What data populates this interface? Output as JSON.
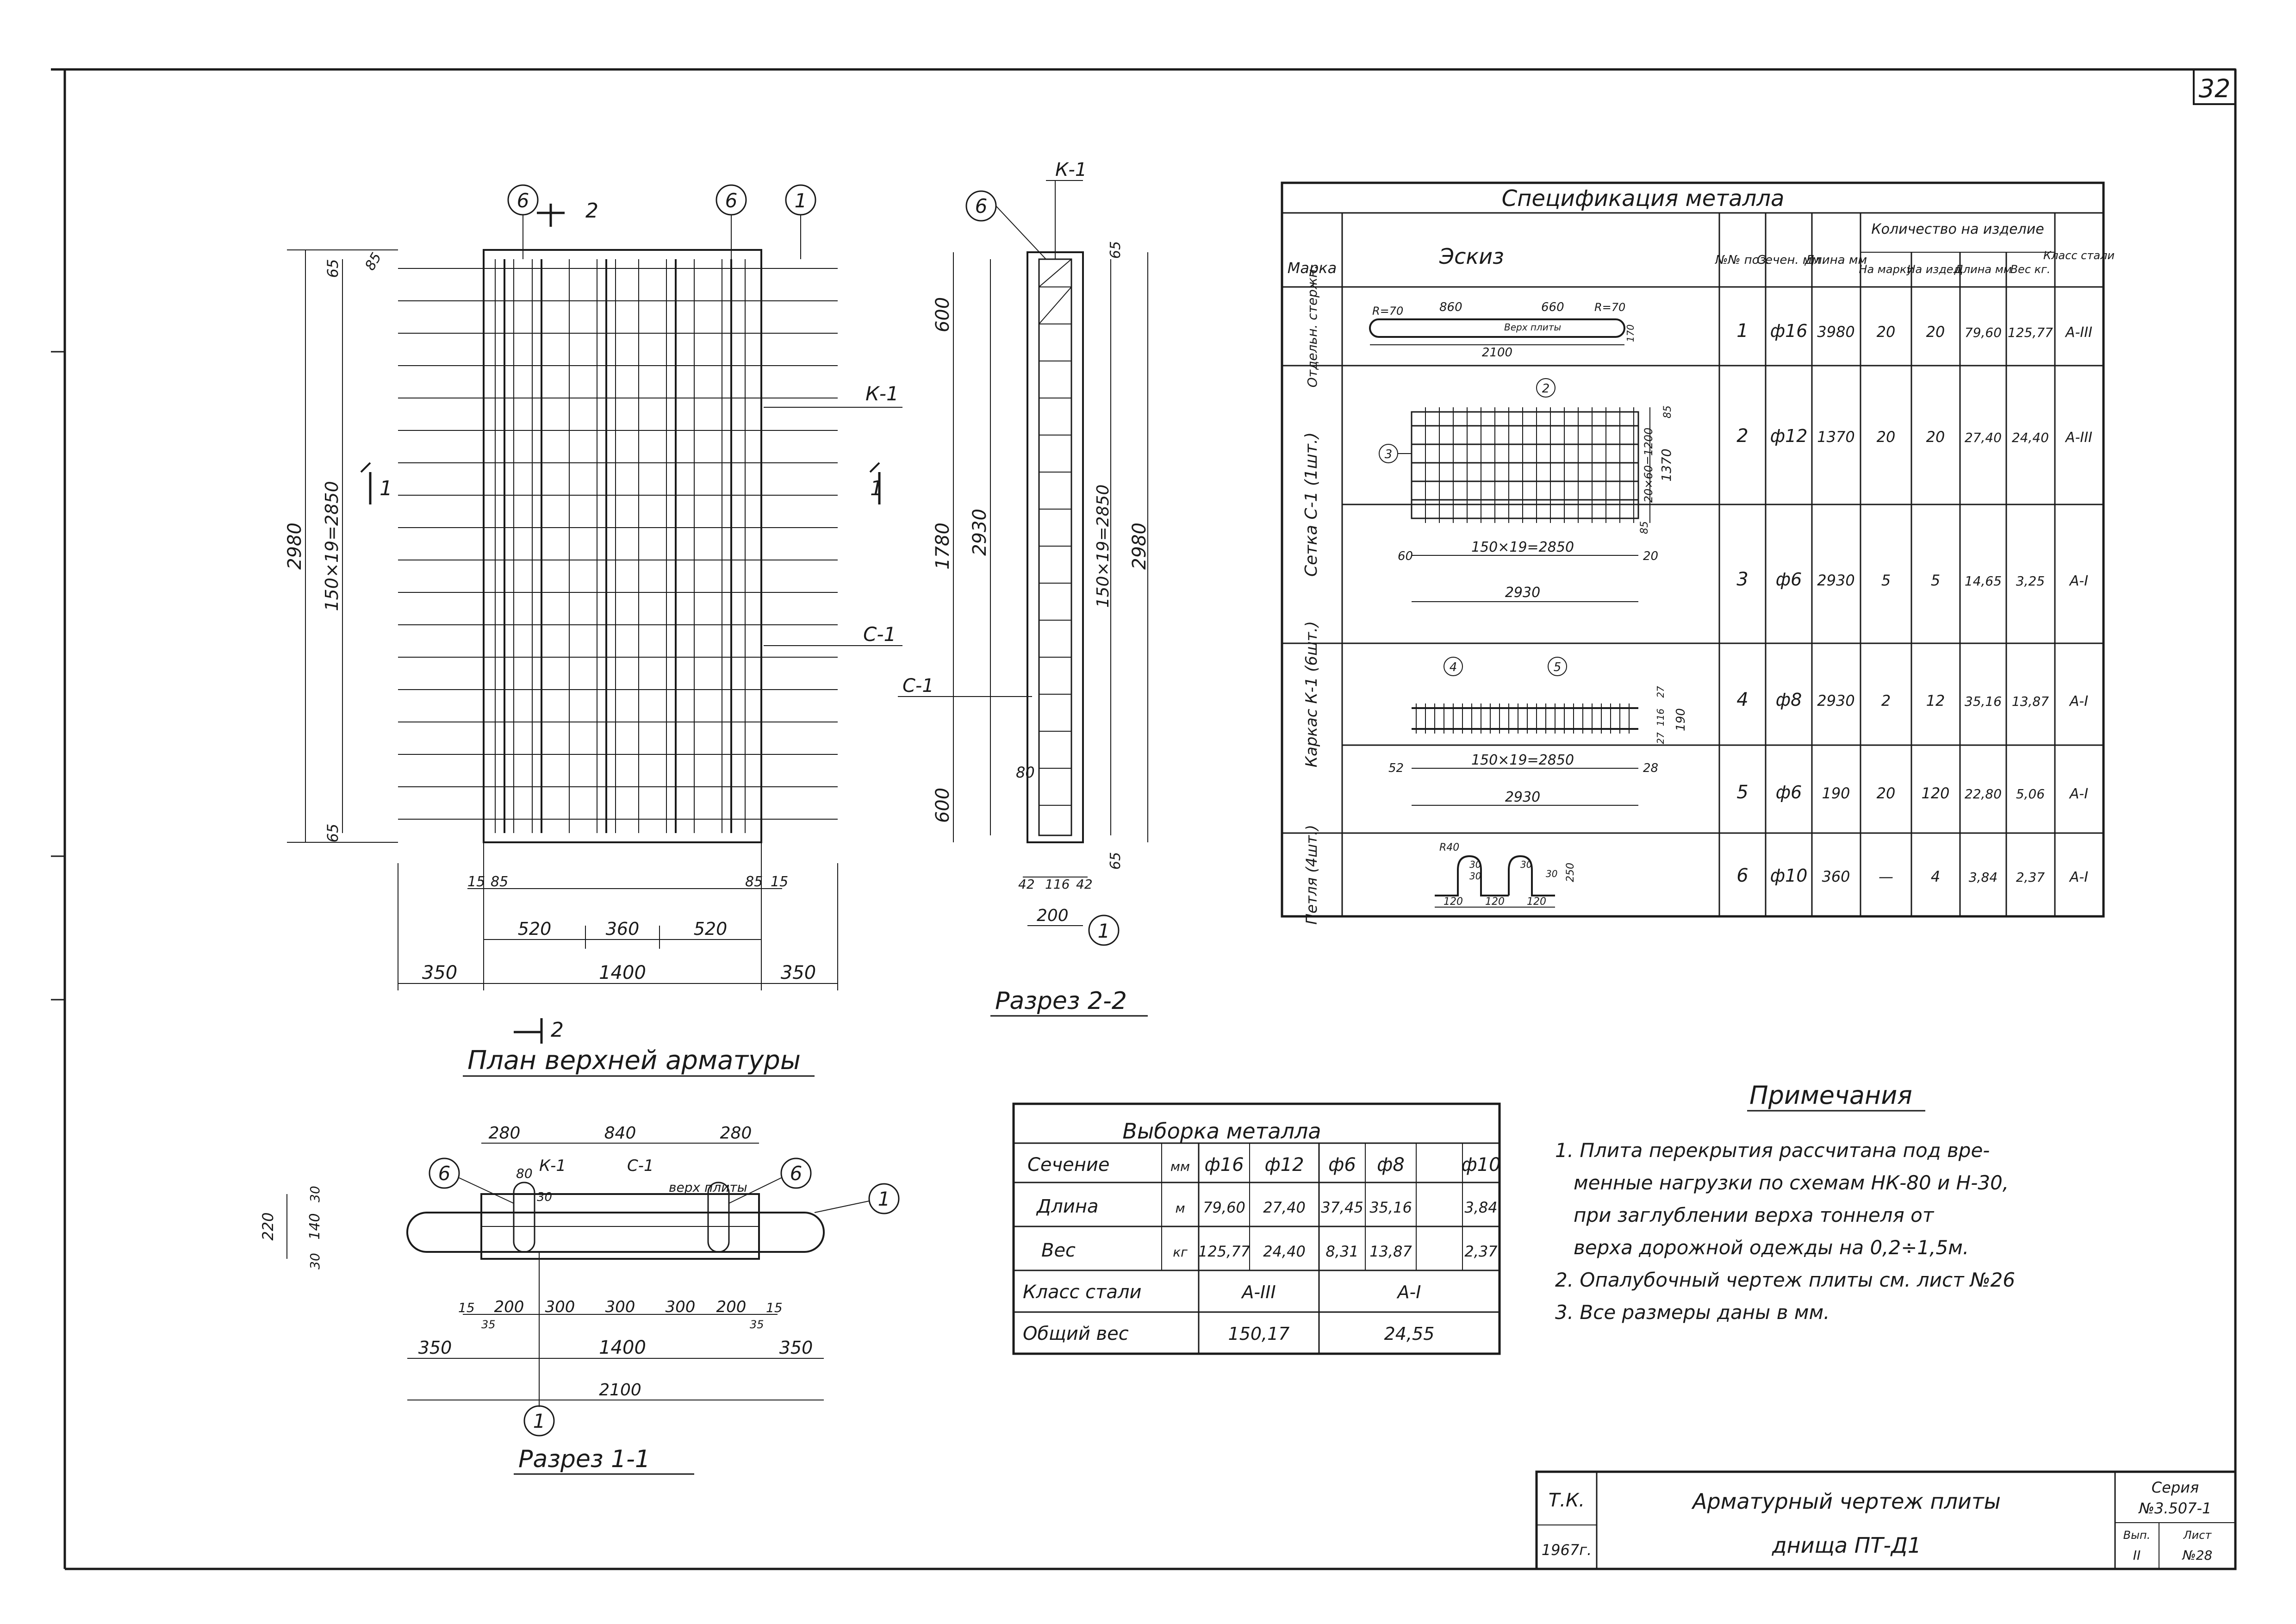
{
  "sheet": {
    "page_number": "32"
  },
  "plan": {
    "title": "План верхней арматуры",
    "callouts": {
      "left": "6",
      "mid": "6",
      "right": "1"
    },
    "section_mark": "2",
    "section_1_left": "1",
    "section_1_right": "1",
    "label_k1": "К-1",
    "label_c1": "С-1",
    "dims": {
      "overall_height": "2980",
      "bars": "150×19=2850",
      "edge_top": "65",
      "edge_bottom": "65",
      "top_small": "85",
      "bottom_15_left": "15",
      "bottom_85_left": "85",
      "bottom_85_right": "85",
      "bottom_15_right": "15",
      "seg_520_left": "520",
      "seg_360": "360",
      "seg_520_right": "520",
      "left_350": "350",
      "mid_1400": "1400",
      "right_350": "350"
    },
    "section_mark_bottom": "2"
  },
  "section22": {
    "title": "Разрез 2-2",
    "callout_top": "6",
    "callout_bottom": "1",
    "label_k1": "К-1",
    "label_c1": "С-1",
    "dims": {
      "d600_top": "600",
      "d2930": "2930",
      "d1780": "1780",
      "d600_bottom": "600",
      "d80": "80",
      "d65_top": "65",
      "d65_bottom": "65",
      "bars": "150×19=2850",
      "d2980": "2980",
      "d42_left": "42",
      "d116": "116",
      "d42_right": "42",
      "d200": "200"
    }
  },
  "section11": {
    "title": "Разрез 1-1",
    "callout_left": "6",
    "callout_right": "6",
    "callout_end": "1",
    "callout_bottom": "1",
    "label_k1": "К-1",
    "label_c1": "С-1",
    "label_top": "верх плиты",
    "dims": {
      "d280_left": "280",
      "d840": "840",
      "d280_right": "280",
      "d80": "80",
      "d30": "30",
      "d220": "220",
      "d140": "140",
      "d30_top": "30",
      "d30_bottom": "30",
      "d15_left": "15",
      "d35_left": "35",
      "d200_left": "200",
      "d300_a": "300",
      "d300_b": "300",
      "d300_c": "300",
      "d200_right": "200",
      "d35_right": "35",
      "d15_right": "15",
      "d350_left": "350",
      "d1400": "1400",
      "d350_right": "350",
      "d2100": "2100"
    }
  },
  "spec": {
    "title": "Спецификация металла",
    "headers": {
      "mark": "Марка",
      "sketch": "Эскиз",
      "pos": "№№ поз.",
      "section": "Сечен. мм",
      "length": "Длина мм",
      "qty_group": "Количество на изделие",
      "qty_mark": "На марку",
      "qty_item": "На издел.",
      "qty_length": "Длина мм",
      "qty_weight": "Вес кг.",
      "steel_class": "Класс стали"
    },
    "groups": {
      "g1": "Отдельн. стержн.",
      "g2": "Сетка С-1 (1шт.)",
      "g3": "Каркас К-1 (6шт.)",
      "g4": "Петля (4шт.)"
    },
    "rows": [
      {
        "pos": "1",
        "section": "ф16",
        "length": "3980",
        "qty_mark": "20",
        "qty_item": "20",
        "total_length": "79,60",
        "weight": "125,77",
        "class": "А-III"
      },
      {
        "pos": "2",
        "section": "ф12",
        "length": "1370",
        "qty_mark": "20",
        "qty_item": "20",
        "total_length": "27,40",
        "weight": "24,40",
        "class": "А-III"
      },
      {
        "pos": "3",
        "section": "ф6",
        "length": "2930",
        "qty_mark": "5",
        "qty_item": "5",
        "total_length": "14,65",
        "weight": "3,25",
        "class": "А-I"
      },
      {
        "pos": "4",
        "section": "ф8",
        "length": "2930",
        "qty_mark": "2",
        "qty_item": "12",
        "total_length": "35,16",
        "weight": "13,87",
        "class": "А-I"
      },
      {
        "pos": "5",
        "section": "ф6",
        "length": "190",
        "qty_mark": "20",
        "qty_item": "120",
        "total_length": "22,80",
        "weight": "5,06",
        "class": "А-I"
      },
      {
        "pos": "6",
        "section": "ф10",
        "length": "360",
        "qty_mark": "—",
        "qty_item": "4",
        "total_length": "3,84",
        "weight": "2,37",
        "class": "А-I"
      }
    ],
    "sketches": {
      "s1": {
        "r_left": "R=70",
        "d860": "860",
        "d660": "660",
        "r_right": "R=70",
        "top_label": "Верх плиты",
        "d2100": "2100",
        "d170": "170"
      },
      "s2": {
        "callout_top": "2",
        "callout_left": "3",
        "d60": "60",
        "bars": "150×19=2850",
        "d20": "20",
        "d2930": "2930",
        "d85_top": "85",
        "d85_bottom": "85",
        "vert": "20×60=1200",
        "d1370": "1370"
      },
      "s3": {
        "callout_4": "4",
        "callout_5": "5",
        "d52": "52",
        "bars": "150×19=2850",
        "d28": "28",
        "d2930": "2930",
        "d27_top": "27",
        "d116": "116",
        "d27_bottom": "27",
        "d190": "190"
      },
      "s4": {
        "r40": "R40",
        "d30_top": "30",
        "d30_a": "30",
        "d30_b": "30",
        "d250": "250",
        "d120_left": "120",
        "d120_mid": "120",
        "d120_right": "120",
        "d30_right": "30"
      }
    }
  },
  "selection": {
    "title": "Выборка металла",
    "section_label": "Сечение",
    "unit_mm": "мм",
    "diameters": [
      "ф16",
      "ф12",
      "ф6",
      "ф8",
      "ф10"
    ],
    "length_label": "Длина",
    "unit_m": "м",
    "lengths": [
      "79,60",
      "27,40",
      "37,45",
      "35,16",
      "3,84"
    ],
    "weight_label": "Вес",
    "unit_kg": "кг",
    "weights": [
      "125,77",
      "24,40",
      "8,31",
      "13,87",
      "2,37"
    ],
    "class_label": "Класс стали",
    "class_a3": "А-III",
    "class_a1": "А-I",
    "total_label": "Общий вес",
    "total_a3": "150,17",
    "total_a1": "24,55"
  },
  "notes": {
    "title": "Примечания",
    "lines": [
      "1. Плита перекрытия рассчитана под вре-",
      "менные нагрузки по схемам НК-80 и Н-30,",
      "при заглублении верха тоннеля от",
      "верха дорожной одежды на 0,2÷1,5м.",
      "2. Опалубочный чертеж плиты см. лист №26",
      "3. Все размеры даны в мм."
    ]
  },
  "stamp": {
    "org": "Т.К.",
    "year": "1967г.",
    "title_line1": "Арматурный чертеж плиты",
    "title_line2": "днища ПТ-Д1",
    "series_label": "Серия",
    "series_value": "№3.507-1",
    "issue_label": "Вып.",
    "issue_value": "II",
    "sheet_label": "Лист",
    "sheet_value": "№28"
  }
}
